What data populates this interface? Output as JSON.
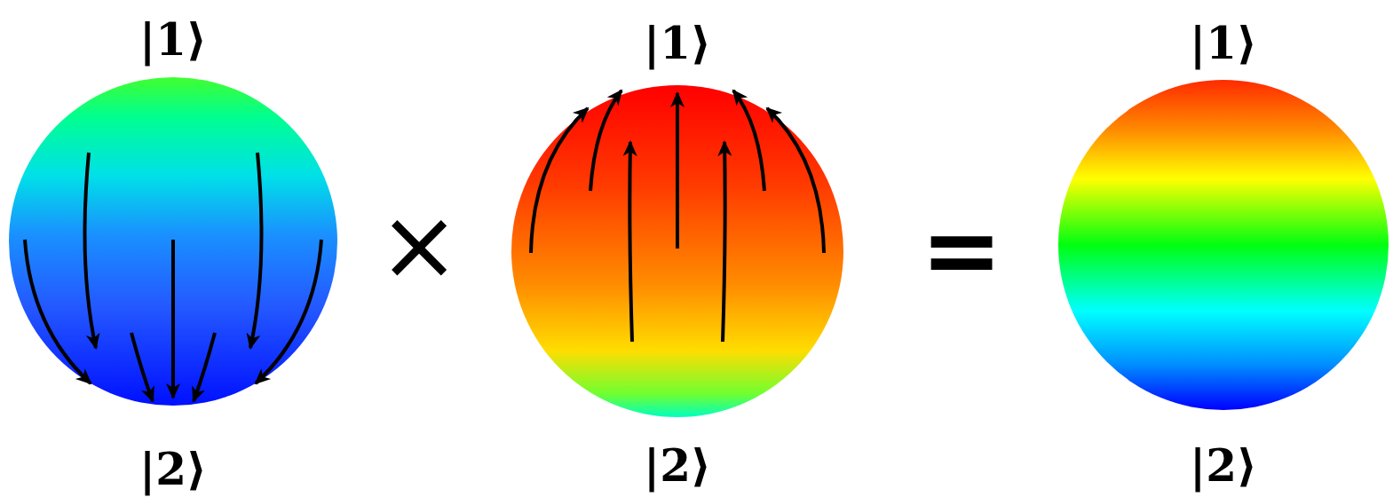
{
  "diagram": {
    "nodes": [
      {
        "text": [
          "|1⟩",
          "|2⟩"
        ]
      },
      {
        "text": [
          "|1⟩",
          "|2⟩"
        ]
      },
      {
        "text": [
          "|1⟩",
          "|2⟩"
        ]
      }
    ],
    "labels": [
      "×",
      "="
    ]
  }
}
